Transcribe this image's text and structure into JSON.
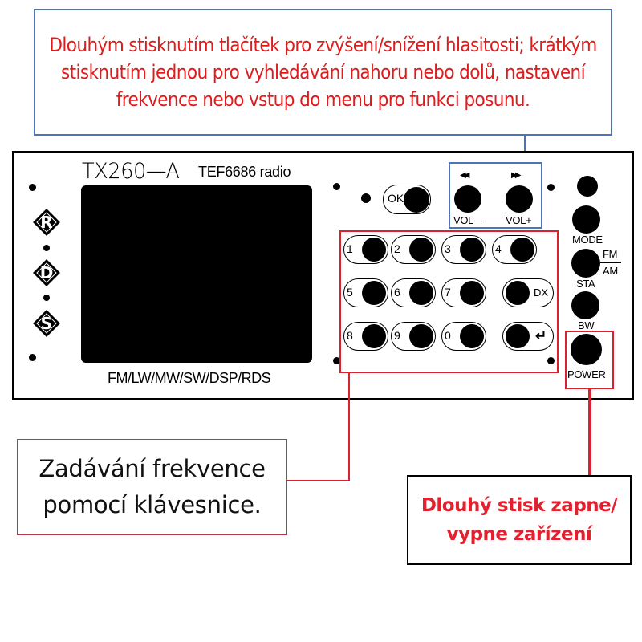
{
  "callouts": {
    "volume": {
      "text": "Dlouhým stisknutím tlačítek pro zvýšení/snížení hlasitosti; krátkým stisknutím jednou pro vyhledávání nahoru nebo dolů, nastavení frekvence nebo vstup do menu pro funkci posunu.",
      "border_color": "#4f73b9",
      "text_color": "#e01b1b"
    },
    "keypad": {
      "line1": "Zadávání frekvence",
      "line2": "pomocí klávesnice.",
      "border_color": "#b23a48",
      "text_color": "#111111"
    },
    "power": {
      "line1": "Dlouhý stisk zapne/",
      "line2": "vypne zařízení",
      "border_color": "#000000",
      "text_color": "#e5202e"
    }
  },
  "panel": {
    "model": "TX260—A",
    "chip": "TEF6686 radio",
    "bands": "FM/LW/MW/SW/DSP/RDS",
    "rds_logo": [
      "R",
      "D",
      "S"
    ],
    "ok_button": {
      "label": "OK"
    },
    "seek_down_icon": "◀◀",
    "seek_up_icon": "▶▶",
    "vol_down": {
      "label": "VOL—"
    },
    "vol_up": {
      "label": "VOL+"
    },
    "keypad": {
      "rows": [
        [
          "1",
          "2",
          "3",
          "4"
        ],
        [
          "5",
          "6",
          "7",
          "DX"
        ],
        [
          "8",
          "9",
          "0",
          "↵"
        ]
      ]
    },
    "side_buttons": {
      "mode": "MODE",
      "fm": "FM",
      "am": "AM",
      "sta": "STA",
      "bw": "BW",
      "power": "POWER"
    }
  },
  "colors": {
    "highlight_blue": "#4f73b9",
    "highlight_red": "#d9222f"
  }
}
